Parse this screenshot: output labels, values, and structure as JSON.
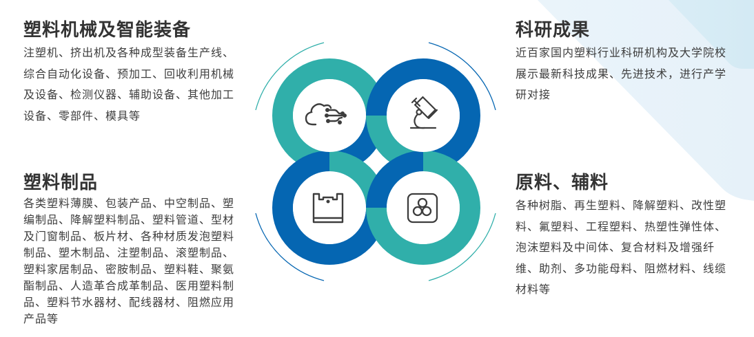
{
  "colors": {
    "teal": "#30AFAA",
    "blue": "#0566B2",
    "text": "#333333",
    "bg_accent": "#DCEEF6"
  },
  "sections": {
    "machinery": {
      "title": "塑料机械及智能装备",
      "body": "注塑机、挤出机及各种成型装备生产线、综合自动化设备、预加工、回收利用机械及设备、检测仪器、辅助设备、其他加工设备、零部件、模具等",
      "icon": "cloud-circuit-icon"
    },
    "research": {
      "title": "科研成果",
      "body": "近百家国内塑料行业科研机构及大学院校展示最新科技成果、先进技术，进行产学研对接",
      "icon": "microscope-icon"
    },
    "products": {
      "title": "塑料制品",
      "body": "各类塑料薄膜、包装产品、中空制品、塑编制品、降解塑料制品、塑料管道、型材及门窗制品、板片材、各种材质发泡塑料制品、塑木制品、注塑制品、滚塑制品、塑料家居制品、密胺制品、塑料鞋、聚氨酯制品、人造革合成革制品、医用塑料制品、塑料节水器材、配线器材、阻燃应用产品等",
      "icon": "plastic-bag-icon"
    },
    "materials": {
      "title": "原料、辅料",
      "body": "各种树脂、再生塑料、降解塑料、改性塑料、氟塑料、工程塑料、热塑性弹性体、泡沫塑料及中间体、复合材料及增强纤维、助剂、多功能母料、阻燃材料、线缆材料等",
      "icon": "resin-pellets-icon"
    }
  }
}
